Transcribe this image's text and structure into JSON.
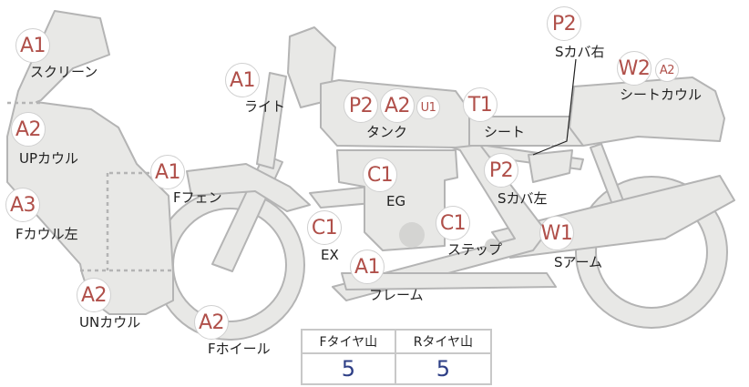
{
  "parts": {
    "screen": {
      "grade": "A1",
      "label": "スクリーン"
    },
    "light": {
      "grade": "A1",
      "label": "ライト"
    },
    "tank": {
      "grade": "P2",
      "grade2": "A2",
      "grade3": "U1",
      "label": "タンク"
    },
    "seat": {
      "grade": "T1",
      "label": "シート"
    },
    "s_cover_r": {
      "grade": "P2",
      "label": "Sカバ右"
    },
    "seat_cowl": {
      "grade": "W2",
      "grade2": "A2",
      "label": "シートカウル"
    },
    "up_cowl": {
      "grade": "A2",
      "label": "UPカウル"
    },
    "f_fender": {
      "grade": "A1",
      "label": "Fフェン"
    },
    "engine": {
      "grade": "C1",
      "label": "EG"
    },
    "s_cover_l": {
      "grade": "P2",
      "label": "Sカバ左"
    },
    "f_cowl_l": {
      "grade": "A3",
      "label": "Fカウル左"
    },
    "exhaust": {
      "grade": "C1",
      "label": "EX"
    },
    "step": {
      "grade": "C1",
      "label": "ステップ"
    },
    "s_arm": {
      "grade": "W1",
      "label": "Sアーム"
    },
    "frame": {
      "grade": "A1",
      "label": "フレーム"
    },
    "un_cowl": {
      "grade": "A2",
      "label": "UNカウル"
    },
    "f_wheel": {
      "grade": "A2",
      "label": "Fホイール"
    }
  },
  "tire_table": {
    "headers": [
      "Fタイヤ山",
      "Rタイヤ山"
    ],
    "values": [
      "5",
      "5"
    ]
  },
  "colors": {
    "grade_text": "#b0504a",
    "value_text": "#2e3f86",
    "silhouette": "#e8e8e6",
    "outline": "#b4b4b4"
  }
}
